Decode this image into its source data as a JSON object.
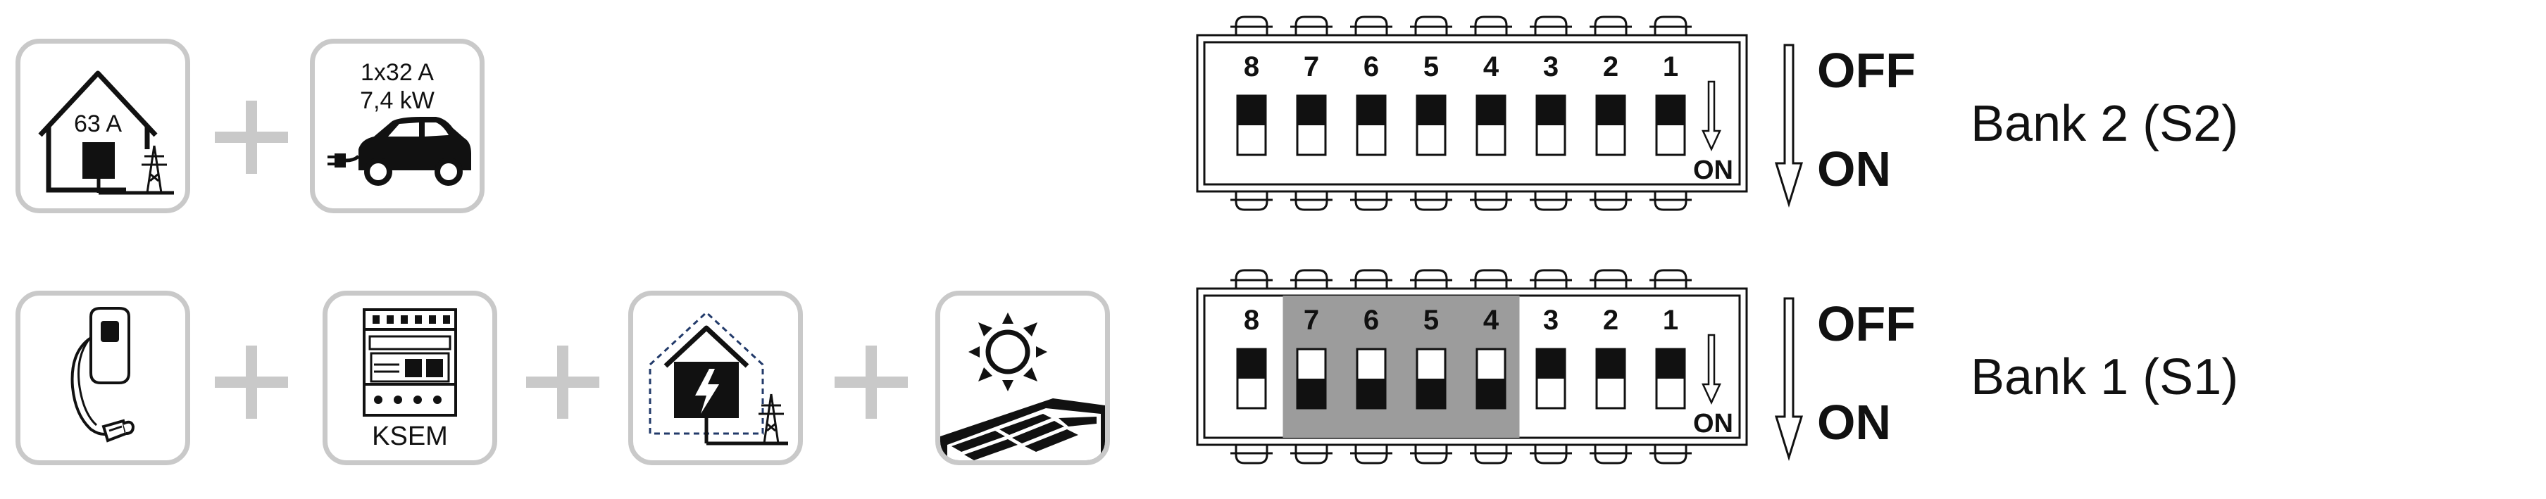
{
  "row1": {
    "house_tile": {
      "label": "63 A"
    },
    "car_tile": {
      "line1": "1x32 A",
      "line2": "7,4 kW"
    }
  },
  "row2": {
    "meter_tile": {
      "label": "KSEM"
    }
  },
  "bank2": {
    "label": "Bank 2 (S2)",
    "off_label": "OFF",
    "on_label": "ON",
    "on_marker": "ON",
    "switches": [
      {
        "num": "8",
        "state": "OFF"
      },
      {
        "num": "7",
        "state": "OFF"
      },
      {
        "num": "6",
        "state": "OFF"
      },
      {
        "num": "5",
        "state": "OFF"
      },
      {
        "num": "4",
        "state": "OFF"
      },
      {
        "num": "3",
        "state": "OFF"
      },
      {
        "num": "2",
        "state": "OFF"
      },
      {
        "num": "1",
        "state": "OFF"
      }
    ],
    "highlighted": []
  },
  "bank1": {
    "label": "Bank 1 (S1)",
    "off_label": "OFF",
    "on_label": "ON",
    "on_marker": "ON",
    "switches": [
      {
        "num": "8",
        "state": "OFF"
      },
      {
        "num": "7",
        "state": "ON"
      },
      {
        "num": "6",
        "state": "ON"
      },
      {
        "num": "5",
        "state": "ON"
      },
      {
        "num": "4",
        "state": "ON"
      },
      {
        "num": "3",
        "state": "OFF"
      },
      {
        "num": "2",
        "state": "OFF"
      },
      {
        "num": "1",
        "state": "OFF"
      }
    ],
    "highlighted": [
      "7",
      "6",
      "5",
      "4"
    ]
  },
  "colors": {
    "tile_border": "#c9c9c9",
    "plus": "#c9c9c9",
    "highlight": "#9c9c9c",
    "ink": "#111111"
  },
  "icons": [
    "house-grid-icon",
    "ev-car-plug-icon",
    "wallbox-charger-icon",
    "energy-meter-icon",
    "house-bolt-grid-icon",
    "sun-solar-panel-icon"
  ]
}
